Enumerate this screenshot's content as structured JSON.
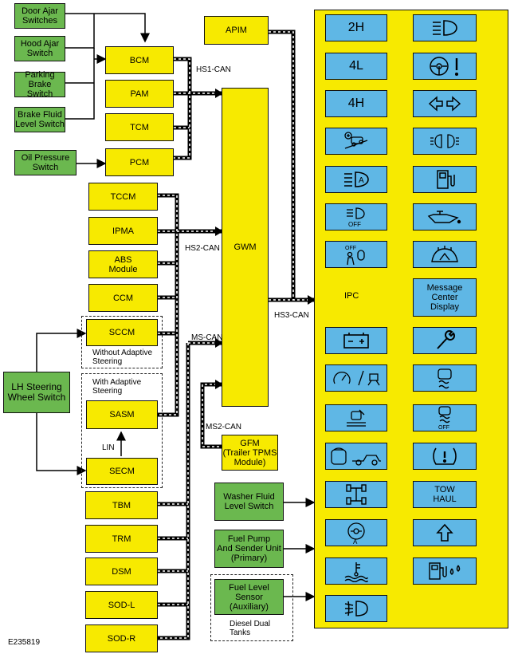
{
  "green_inputs": {
    "door_ajar": "Door Ajar\nSwitches",
    "hood_ajar": "Hood Ajar\nSwitch",
    "parking_brake": "Parking\nBrake Switch",
    "brake_fluid": "Brake Fluid\nLevel Switch",
    "oil_pressure": "Oil Pressure\nSwitch",
    "lh_steering": "LH Steering\nWheel Switch",
    "washer_fluid": "Washer Fluid\nLevel Switch",
    "fuel_pump": "Fuel Pump\nAnd Sender Unit\n(Primary)",
    "fuel_level": "Fuel Level\nSensor\n(Auxiliary)"
  },
  "modules": {
    "apim": "APIM",
    "bcm": "BCM",
    "pam": "PAM",
    "tcm": "TCM",
    "pcm": "PCM",
    "tccm": "TCCM",
    "ipma": "IPMA",
    "abs": "ABS\nModule",
    "ccm": "CCM",
    "sccm": "SCCM",
    "sasm": "SASM",
    "secm": "SECM",
    "gwm": "GWM",
    "gfm": "GFM\n(Trailer TPMS\nModule)",
    "tbm": "TBM",
    "trm": "TRM",
    "dsm": "DSM",
    "sod_l": "SOD-L",
    "sod_r": "SOD-R"
  },
  "bus_labels": {
    "hs1": "HS1-CAN",
    "hs2": "HS2-CAN",
    "hs3": "HS3-CAN",
    "ms": "MS-CAN",
    "ms2": "MS2-CAN",
    "lin": "LIN"
  },
  "notes": {
    "without_adaptive": "Without Adaptive\nSteering",
    "with_adaptive": "With Adaptive\nSteering",
    "diesel": "Diesel Dual\nTanks",
    "figure_id": "E235819"
  },
  "ipc": {
    "label": "IPC",
    "text_2h": "2H",
    "text_4l": "4L",
    "text_4h": "4H",
    "message_center": "Message\nCenter\nDisplay",
    "tow_haul": "TOW\nHAUL",
    "icons": {
      "high_beam": "high-beam-icon",
      "steering_warning": "steering-warning-icon",
      "turn_signals": "turn-signal-icon",
      "hill_descent": "hill-descent-icon",
      "side_lamps": "side-lamp-icon",
      "auto_high_beam": "auto-high-beam-icon",
      "fuel_door": "fuel-door-icon",
      "rain_sensor_off": "rain-sensor-off-icon",
      "oil_pressure": "oil-pressure-icon",
      "airbag_off": "passenger-airbag-off-icon",
      "washer_fluid": "washer-fluid-icon",
      "battery": "battery-icon",
      "service_wrench": "wrench-icon",
      "cruise_lane": "cruise-lane-icon",
      "stability": "stability-control-icon",
      "stability_off": "stability-control-off-icon",
      "hill_start": "hill-start-icon",
      "park_trailer": "park-aid-trailer-icon",
      "tpms": "tire-pressure-icon",
      "four_wd": "four-wheel-drive-icon",
      "gear_shift": "shift-up-icon",
      "auto_lamp": "auto-lamp-icon",
      "diesel_fuel": "diesel-fuel-icon",
      "coolant": "coolant-temp-icon",
      "fog_lamp": "fog-lamp-icon"
    }
  }
}
